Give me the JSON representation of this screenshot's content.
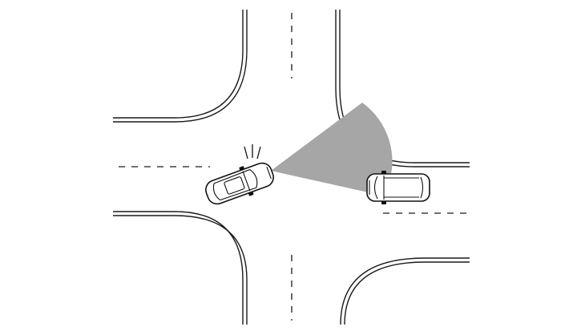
{
  "diagram": {
    "background_color": "#ffffff",
    "line_color": "#1a1a1a",
    "sensor_zone_color": "#a6a6a6",
    "icons": [
      "sensor-warning-icon"
    ],
    "elements": [
      "intersection-road",
      "own-vehicle",
      "cross-traffic-vehicle",
      "sensor-detection-zone"
    ]
  }
}
